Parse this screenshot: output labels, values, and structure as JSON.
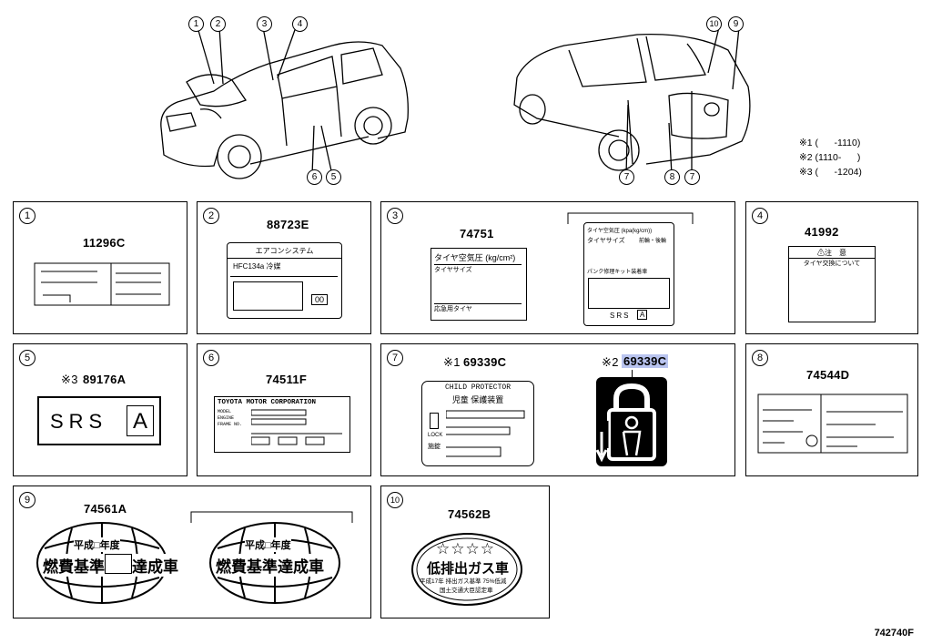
{
  "header": {
    "callouts_front": [
      "1",
      "2",
      "3",
      "4",
      "6",
      "5"
    ],
    "callouts_rear": [
      "10",
      "9",
      "7",
      "8",
      "7"
    ],
    "notes": [
      "※1 (      -1110)",
      "※2 (1110-      )",
      "※3 (      -1204)"
    ]
  },
  "panels": [
    {
      "num": "1",
      "part": "11296C"
    },
    {
      "num": "2",
      "part": "88723E",
      "label_title": "エアコンシステム",
      "label_left": "HFC134a 冷媒",
      "label_box": "00"
    },
    {
      "num": "3",
      "part": "74751",
      "label_title": "タイヤ空気圧 (kg/cm²)",
      "label_row1": "タイヤサイズ",
      "label_row2": "応急用タイヤ",
      "label2_title": "タイヤ空気圧 (kpa(kg/cm))",
      "label2_row1": "タイヤサイズ",
      "label2_row1b": "前輪・後輪",
      "label2_row2": "パンク修理キット装着車",
      "label2_srs": "SRS",
      "label2_a": "A"
    },
    {
      "num": "4",
      "part": "41992",
      "label_title": "⚠注　意",
      "label_sub": "タイヤ交換について"
    },
    {
      "num": "5",
      "part": "89176A",
      "prefix": "※3",
      "srs": "SRS",
      "srs_a": "A"
    },
    {
      "num": "6",
      "part": "74511F",
      "maker": "TOYOTA MOTOR CORPORATION",
      "rows": [
        "MODEL",
        "ENGINE",
        "FRAME NO."
      ]
    },
    {
      "num": "7",
      "part1": "69339C",
      "prefix1": "※1",
      "part2": "69339C",
      "prefix2": "※2",
      "cp_title": "CHILD PROTECTOR",
      "cp_sub": "児童 保護装置",
      "lock": "LOCK",
      "lock_jp": "施錠"
    },
    {
      "num": "8",
      "part": "74544D"
    },
    {
      "num": "9",
      "part": "74561A",
      "oval_year": "平成□年度",
      "oval_main_left": "燃費基準",
      "oval_main_right": "達成車",
      "oval2_year": "平成□年度",
      "oval2_main": "燃費基準達成車"
    },
    {
      "num": "10",
      "part": "74562B",
      "stars": "☆☆☆☆",
      "emission": "低排出ガス車",
      "emission_sub1": "平成17年 排出ガス基準 75%低減",
      "emission_sub2": "国土交通大臣認定車"
    }
  ],
  "footer": {
    "code": "742740F"
  }
}
